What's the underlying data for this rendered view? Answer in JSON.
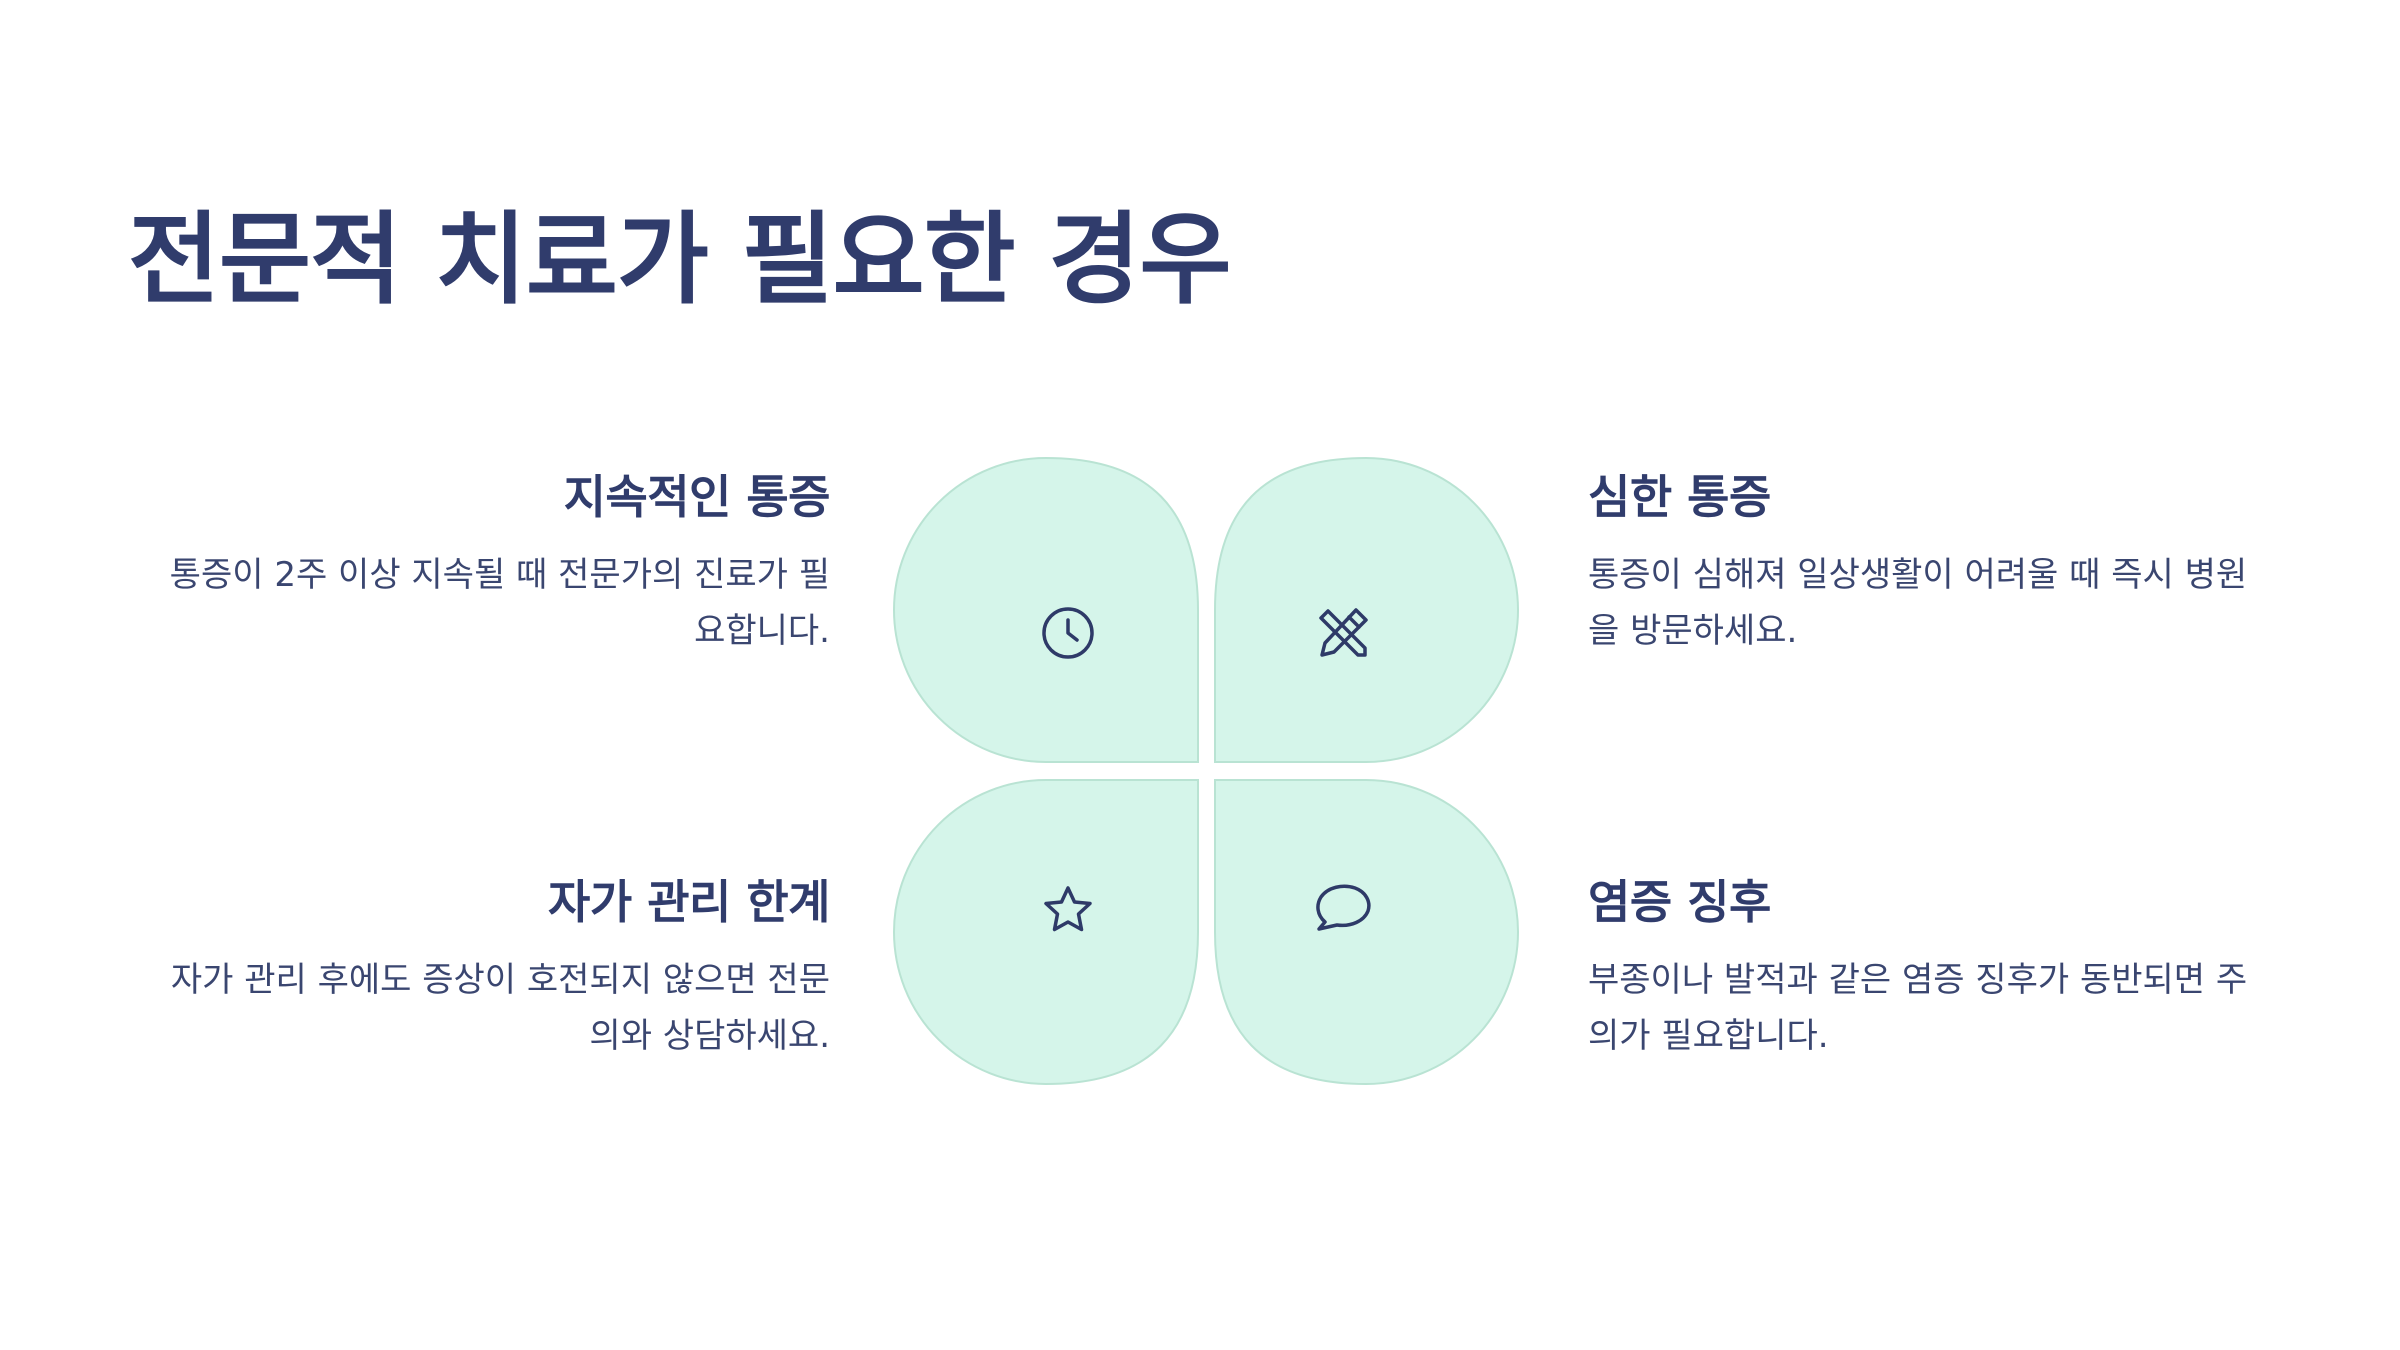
{
  "title": "전문적 치료가 필요한 경우",
  "colors": {
    "petal_fill": "#d5f5ea",
    "petal_stroke": "#b9e3d3",
    "icon": "#2e3a68",
    "heading": "#303c6c"
  },
  "items": [
    {
      "title": "지속적인 통증",
      "desc_line1": "통증이 2주 이상 지속될 때 전문가의 진료가 필",
      "desc_line2": "요합니다.",
      "icon": "clock-icon"
    },
    {
      "title": "심한 통증",
      "desc_line1": "통증이 심해져 일상생활이 어려울 때 즉시 병원",
      "desc_line2": "을 방문하세요.",
      "icon": "pencil-ruler-icon"
    },
    {
      "title": "자가 관리 한계",
      "desc_line1": "자가 관리 후에도 증상이 호전되지 않으면 전문",
      "desc_line2": "의와 상담하세요.",
      "icon": "star-icon"
    },
    {
      "title": "염증 징후",
      "desc_line1": "부종이나 발적과 같은 염증 징후가 동반되면 주",
      "desc_line2": "의가 필요합니다.",
      "icon": "chat-bubble-icon"
    }
  ]
}
